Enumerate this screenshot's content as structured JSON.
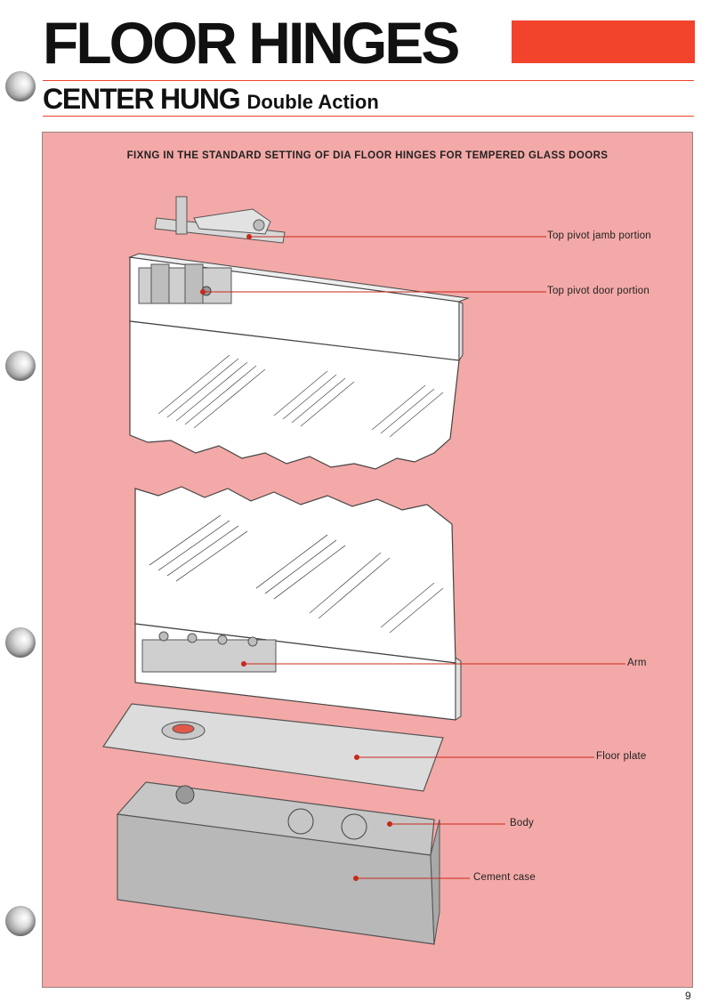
{
  "header": {
    "title": "FLOOR HINGES",
    "subtitle_main": "CENTER HUNG",
    "subtitle_sub": "Double Action"
  },
  "colors": {
    "accent": "#f2432c",
    "panel_bg": "#f3a9a7",
    "leader_line": "#c8281b"
  },
  "panel": {
    "heading": "FIXNG IN THE STANDARD SETTING OF DIA FLOOR HINGES FOR TEMPERED GLASS DOORS"
  },
  "callouts": [
    {
      "label": "Top pivot jamb portion"
    },
    {
      "label": "Top pivot door portion"
    },
    {
      "label": "Arm"
    },
    {
      "label": "Floor plate"
    },
    {
      "label": "Body"
    },
    {
      "label": "Cement case"
    }
  ],
  "page_number": "9"
}
